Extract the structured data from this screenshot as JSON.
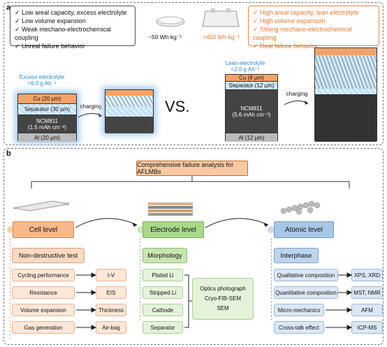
{
  "panel_a": {
    "label": "a",
    "left_bullets": [
      "Low areal capacity, excess electrolyte",
      "Low volume expansion",
      "Weak mechano-electrochemical coupling",
      "Unreal failure behavior"
    ],
    "right_bullets": [
      "High areal capacity, lean electrolyte",
      "High volume expansion",
      "Strong mechano-electrochemical coupling",
      "Real failure behavior"
    ],
    "left_wh": "~50 Wh kg⁻¹",
    "right_wh": ">400 Wh kg⁻¹",
    "left_cell": {
      "electrolyte_line1": "Excess electrolyte",
      "electrolyte_line2": ">6.0 g Ah⁻¹",
      "cu": "Cu (20 μm)",
      "separator": "Separator (30 μm)",
      "ncm_line1": "NCM811",
      "ncm_line2": "(1.5 mAh cm⁻²)",
      "al": "Al (20 μm)"
    },
    "right_cell": {
      "electrolyte_line1": "Lean electrolyte",
      "electrolyte_line2": "<2.0 g Ah⁻¹",
      "cu": "Cu (8 μm)",
      "separator": "Separator (12 μm)",
      "ncm_line1": "NCM811",
      "ncm_line2": "(5.6 mAh cm⁻²)",
      "al": "Al (12 μm)"
    },
    "charging": "charging",
    "vs": "VS."
  },
  "panel_b": {
    "label": "b",
    "header": "Comprehensive failure analysis for AFLMBs",
    "cell_level": {
      "title": "Cell level",
      "subtitle": "Non-destructive test",
      "items": [
        {
          "test": "Cycling performance",
          "result": "I-V"
        },
        {
          "test": "Resistance",
          "result": "EIS"
        },
        {
          "test": "Volume expansion",
          "result": "Thickness"
        },
        {
          "test": "Gas generation",
          "result": "Air-bag"
        }
      ]
    },
    "electrode_level": {
      "title": "Electrode level",
      "subtitle": "Morphology",
      "items": [
        "Plated Li",
        "Stripped Li",
        "Cathode",
        "Separator"
      ],
      "methods": [
        "Optics photograph",
        "Cryo-FIB-SEM",
        "SEM"
      ]
    },
    "atomic_level": {
      "title": "Atomic level",
      "subtitle": "Interphase",
      "items": [
        {
          "test": "Qualitative composition",
          "result": "XPS, XRD"
        },
        {
          "test": "Quantitative composition",
          "result": "MST, NMR"
        },
        {
          "test": "Micro-mechanics",
          "result": "AFM"
        },
        {
          "test": "Cross-talk effect",
          "result": "ICP-MS"
        }
      ]
    }
  },
  "colors": {
    "orange": "#e8782f",
    "blue": "#2e86c8",
    "green": "#8cbf6e"
  }
}
